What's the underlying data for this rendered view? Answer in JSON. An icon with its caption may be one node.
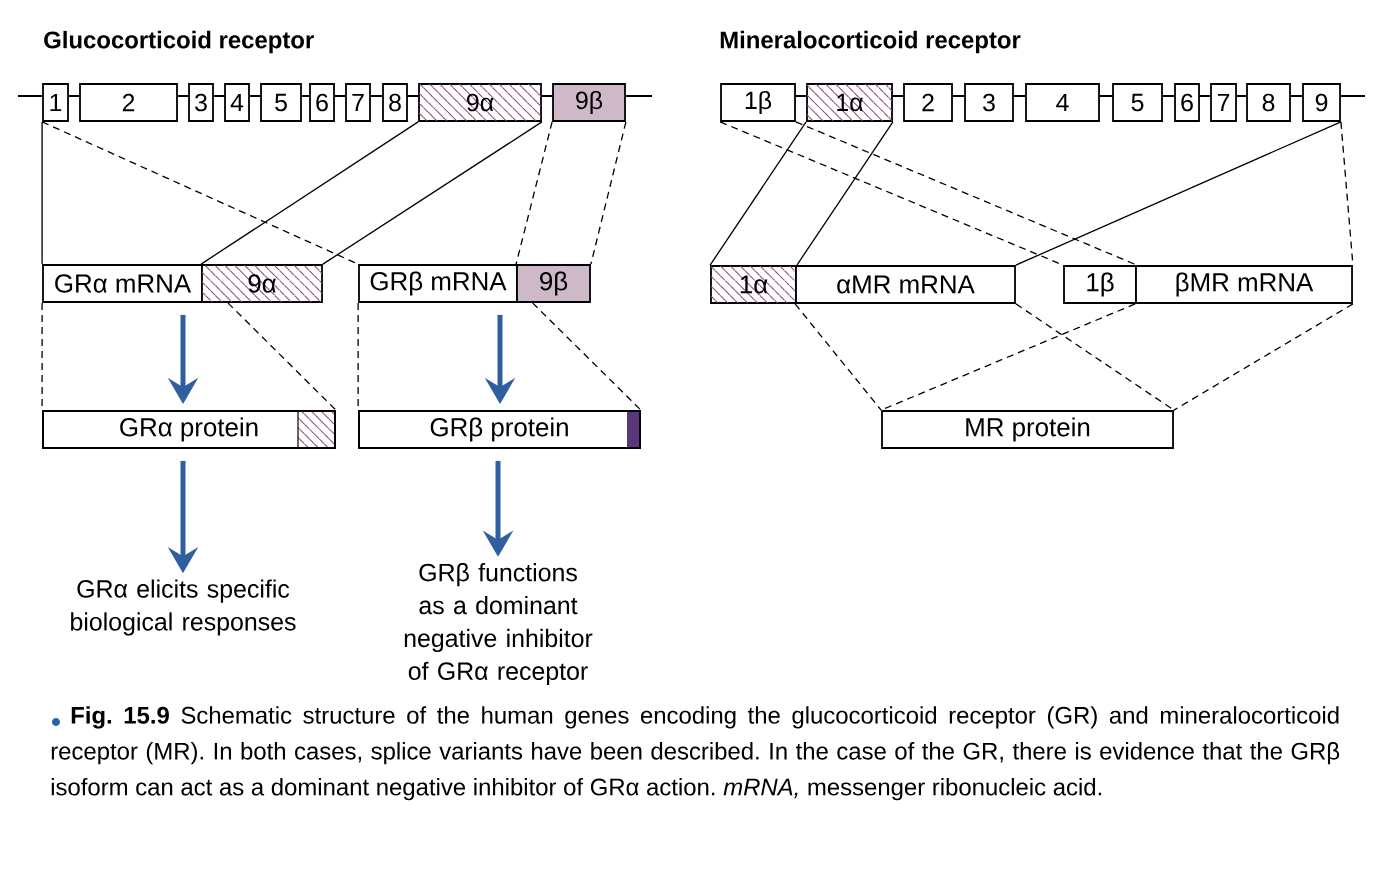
{
  "diagram": {
    "caption": "**Fig. 15.9** Schematic structure of the human genes encoding the glucocorticoid receptor (GR) and mineralocorticoid receptor (MR). In both cases, splice variants have been described. In the case of the GR, there is evidence that the GRβ isoform can act as a dominant negative inhibitor of GRα action. *mRNA,* messenger ribonucleic acid.",
    "labels": [
      "Glucocorticoid receptor",
      "Mineralocorticoid receptor"
    ],
    "nodes": [
      {
        "text": [
          "1"
        ]
      },
      {
        "text": [
          "2"
        ]
      },
      {
        "text": [
          "3"
        ]
      },
      {
        "text": [
          "4"
        ]
      },
      {
        "text": [
          "5"
        ]
      },
      {
        "text": [
          "6"
        ]
      },
      {
        "text": [
          "7"
        ]
      },
      {
        "text": [
          "8"
        ]
      },
      {
        "text": [
          "9α"
        ]
      },
      {
        "text": [
          "9β"
        ]
      },
      {
        "text": [
          "GRα mRNA"
        ]
      },
      {
        "text": [
          "9α"
        ]
      },
      {
        "text": [
          "GRβ mRNA"
        ]
      },
      {
        "text": [
          "9β"
        ]
      },
      {
        "text": [
          "GRα protein"
        ]
      },
      {
        "text": [
          "GRβ protein"
        ]
      },
      {
        "text": [
          "GRα elicits specific biological responses"
        ]
      },
      {
        "text": [
          "GRβ functions as a dominant negative inhibitor of GRα receptor"
        ]
      },
      {
        "text": [
          "1β"
        ]
      },
      {
        "text": [
          "1α"
        ]
      },
      {
        "text": [
          "2"
        ]
      },
      {
        "text": [
          "3"
        ]
      },
      {
        "text": [
          "4"
        ]
      },
      {
        "text": [
          "5"
        ]
      },
      {
        "text": [
          "6"
        ]
      },
      {
        "text": [
          "7"
        ]
      },
      {
        "text": [
          "8"
        ]
      },
      {
        "text": [
          "9"
        ]
      },
      {
        "text": [
          "1α"
        ]
      },
      {
        "text": [
          "αMR mRNA"
        ]
      },
      {
        "text": [
          "1β"
        ]
      },
      {
        "text": [
          "βMR mRNA"
        ]
      },
      {
        "text": [
          "MR protein"
        ]
      }
    ],
    "edges": [
      {
        "from": 0,
        "to": 10,
        "arrow": "none"
      },
      {
        "from": 0,
        "to": 12,
        "arrow": "none",
        "style": "dashed"
      },
      {
        "from": 8,
        "to": 11,
        "arrow": "none"
      },
      {
        "from": 8,
        "to": 11,
        "arrow": "none"
      },
      {
        "from": 9,
        "to": 13,
        "arrow": "none",
        "style": "dashed"
      },
      {
        "from": 9,
        "to": 13,
        "arrow": "none",
        "style": "dashed"
      },
      {
        "from": 10,
        "to": 14,
        "arrow": "none",
        "style": "dashed"
      },
      {
        "from": 11,
        "to": 14,
        "arrow": "none",
        "style": "dashed"
      },
      {
        "from": 12,
        "to": 15,
        "arrow": "none",
        "style": "dashed"
      },
      {
        "from": 13,
        "to": 15,
        "arrow": "none",
        "style": "dashed"
      },
      {
        "from": 10,
        "to": 14,
        "arrow": "to",
        "style": "thick",
        "color": "#2f5f9f"
      },
      {
        "from": 12,
        "to": 15,
        "arrow": "to",
        "style": "thick",
        "color": "#2f5f9f"
      },
      {
        "from": 14,
        "to": 16,
        "arrow": "to",
        "style": "thick",
        "color": "#2f5f9f"
      },
      {
        "from": 15,
        "to": 17,
        "arrow": "to",
        "style": "thick",
        "color": "#2f5f9f"
      },
      {
        "from": 19,
        "to": 28,
        "arrow": "none"
      },
      {
        "from": 19,
        "to": 28,
        "arrow": "none"
      },
      {
        "from": 27,
        "to": 29,
        "arrow": "none"
      },
      {
        "from": 18,
        "to": 30,
        "arrow": "none",
        "style": "dashed"
      },
      {
        "from": 18,
        "to": 30,
        "arrow": "none",
        "style": "dashed"
      },
      {
        "from": 27,
        "to": 31,
        "arrow": "none",
        "style": "dashed"
      },
      {
        "from": 29,
        "to": 32,
        "arrow": "none",
        "style": "dashed"
      },
      {
        "from": 29,
        "to": 32,
        "arrow": "none",
        "style": "dashed"
      },
      {
        "from": 31,
        "to": 32,
        "arrow": "none",
        "style": "dashed"
      },
      {
        "from": 31,
        "to": 32,
        "arrow": "none",
        "style": "dashed"
      }
    ]
  }
}
